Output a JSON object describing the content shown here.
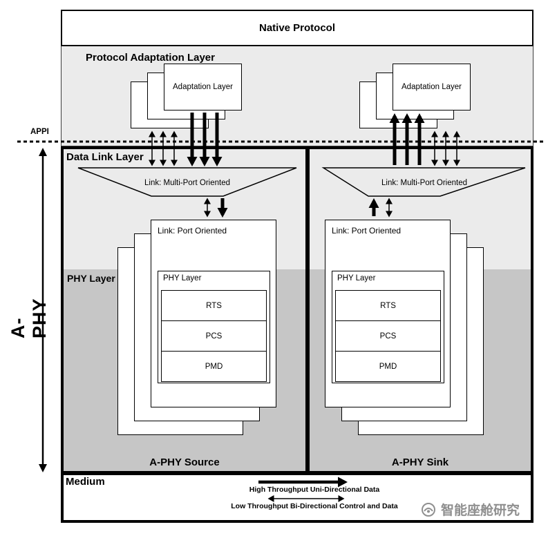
{
  "colors": {
    "band_light": "#ebebeb",
    "band_dark": "#c6c6c6",
    "line": "#000000",
    "watermark": "#8f8f8f"
  },
  "native_protocol_label": "Native Protocol",
  "adaptation": {
    "band_label": "Protocol Adaptation Layer"
  },
  "appi_label": "APPI",
  "aphy_label": "A-PHY",
  "data_link_label": "Data Link Layer",
  "phy_band_label": "PHY Layer",
  "columns": [
    {
      "name": "source",
      "adaptation_label": "Adaptation Layer",
      "multiport_label": "Link: Multi-Port Oriented",
      "port_label": "Link: Port Oriented",
      "phy_label": "PHY Layer",
      "sublayers": [
        "RTS",
        "PCS",
        "PMD"
      ],
      "footer_label": "A-PHY Source"
    },
    {
      "name": "sink",
      "adaptation_label": "Adaptation Layer",
      "multiport_label": "Link: Multi-Port Oriented",
      "port_label": "Link: Port Oriented",
      "phy_label": "PHY Layer",
      "sublayers": [
        "RTS",
        "PCS",
        "PMD"
      ],
      "footer_label": "A-PHY Sink"
    }
  ],
  "medium": {
    "label": "Medium",
    "high_throughput_label": "High Throughput Uni-Directional Data",
    "low_throughput_label": "Low Throughput Bi-Directional Control and Data"
  },
  "watermark_label": "智能座舱研究"
}
